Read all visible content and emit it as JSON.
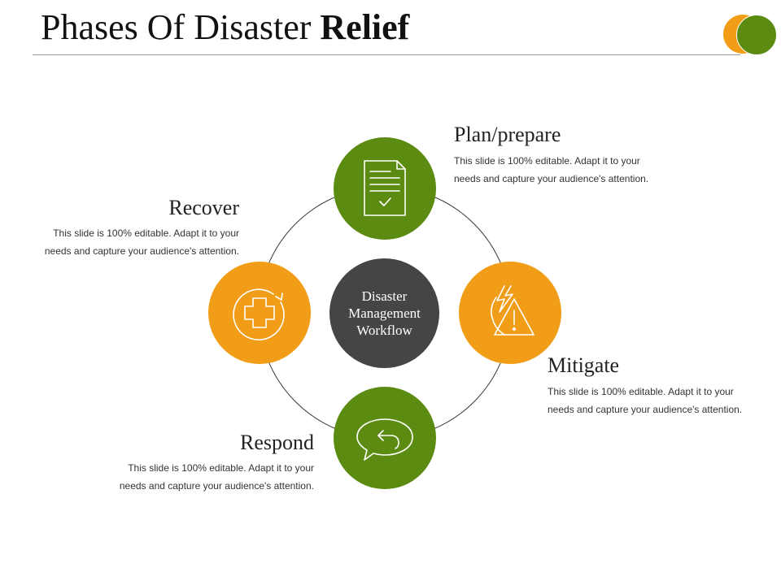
{
  "slide": {
    "title_regular": "Phases Of Disaster",
    "title_bold": "Relief"
  },
  "colors": {
    "green": "#5b8c11",
    "orange": "#f29d17",
    "center": "#454545",
    "ring": "#3a3a3a"
  },
  "center": {
    "line1": "Disaster",
    "line2": "Management",
    "line3": "Workflow"
  },
  "phases": {
    "plan": {
      "title": "Plan/prepare",
      "desc_line1": "This slide is 100% editable. Adapt it to your",
      "desc_line2": "needs and capture your audience's attention.",
      "icon": "document-check-icon"
    },
    "mitigate": {
      "title": "Mitigate",
      "desc_line1": "This slide is 100% editable. Adapt it to your",
      "desc_line2": "needs and capture your audience's attention.",
      "icon": "hazard-warning-icon"
    },
    "respond": {
      "title": "Respond",
      "desc_line1": "This slide is 100% editable. Adapt it to your",
      "desc_line2": "needs and capture your audience's attention.",
      "icon": "reply-bubble-icon"
    },
    "recover": {
      "title": "Recover",
      "desc_line1": "This slide is 100% editable. Adapt it to your",
      "desc_line2": "needs and capture your audience's attention.",
      "icon": "medical-cross-icon"
    }
  }
}
